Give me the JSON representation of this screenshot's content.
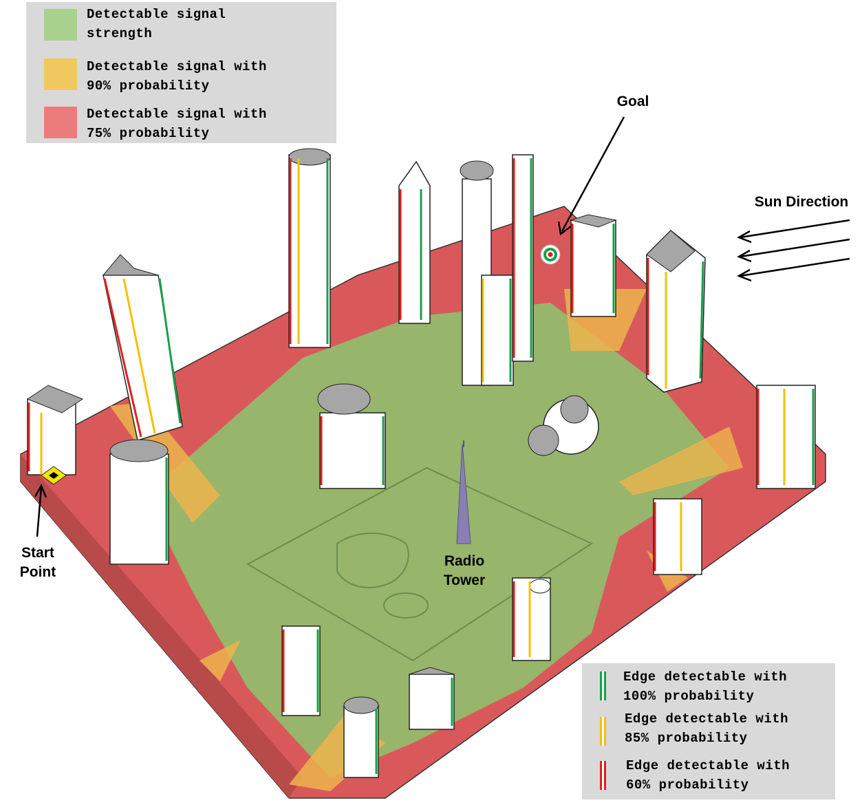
{
  "legend_signal": {
    "items": [
      {
        "label": "Detectable signal\nstrength",
        "color": "#a9d18e"
      },
      {
        "label": "Detectable signal with\n90% probability",
        "color": "#f0c860"
      },
      {
        "label": "Detectable signal with\n75% probability",
        "color": "#ec7c7c"
      }
    ]
  },
  "legend_edge": {
    "items": [
      {
        "label": "Edge detectable with\n100% probability",
        "color": "#1a9e4a"
      },
      {
        "label": "Edge detectable with\n85% probability",
        "color": "#f5c000"
      },
      {
        "label": "Edge detectable with\n60% probability",
        "color": "#e02020"
      }
    ]
  },
  "labels": {
    "goal": "Goal",
    "sun_direction": "Sun Direction",
    "start_point": "Start\nPoint",
    "radio_tower": "Radio\nTower"
  },
  "colors": {
    "ground": "#d9595a",
    "plaza": "#93bb6d",
    "shadow": "#ecb44c",
    "building": "#ffffff",
    "roof": "#a6a6a6"
  }
}
